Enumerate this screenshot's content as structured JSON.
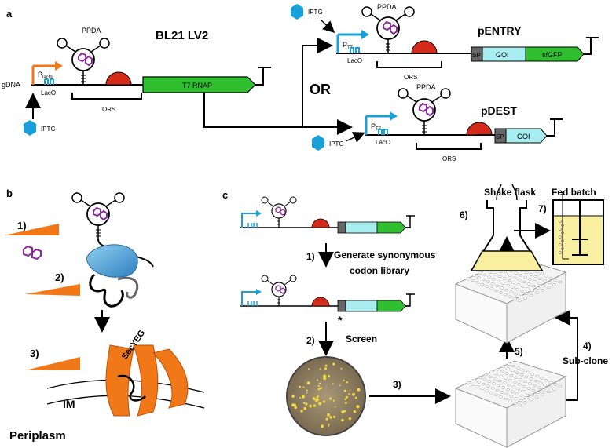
{
  "panels": {
    "a": "a",
    "b": "b",
    "c": "c"
  },
  "panel_a": {
    "gdna": "gDNA",
    "p_lac": "P",
    "p_lac_sub": "lacIq",
    "laco": "LacO",
    "ppda": "PPDA",
    "strain": "BL21 LV2",
    "t7rnap": "T7 RNAP",
    "ors": "ORS",
    "iptg": "IPTG",
    "or": "OR",
    "p_t7": "P",
    "p_t7_sub": "T7",
    "pentry": "pENTRY",
    "pdest": "pDEST",
    "sp": "SP",
    "goi": "GOI",
    "sfgfp": "sfGFP"
  },
  "panel_b": {
    "step1": "1)",
    "step2": "2)",
    "step3": "3)",
    "secyeg": "SecYEG",
    "im": "IM",
    "periplasm": "Periplasm"
  },
  "panel_c": {
    "step1": "1)",
    "step1_text_l1": "Generate synonymous",
    "step1_text_l2": "codon library",
    "step2": "2)",
    "step2_text": "Screen",
    "step3": "3)",
    "step4": "4)",
    "step4_text": "Sub-clone",
    "step5": "5)",
    "step6": "6)",
    "step7": "7)",
    "shake_flask": "Shake flask",
    "fed_batch": "Fed batch",
    "star": "*"
  },
  "colors": {
    "t7rnap": "#2fbf2f",
    "sfgfp": "#2fbf2f",
    "goi": "#a8eef0",
    "sp": "#666666",
    "rbs": "#d42a1a",
    "promoter_lac": "#f07818",
    "promoter_t7": "#1aa0d8",
    "iptg": "#1aa0d8",
    "ppda_ring": "#8a2a9a",
    "secyeg": "#f07818",
    "flask_fill": "#f8f0a0",
    "plate": "#9a8a70"
  }
}
